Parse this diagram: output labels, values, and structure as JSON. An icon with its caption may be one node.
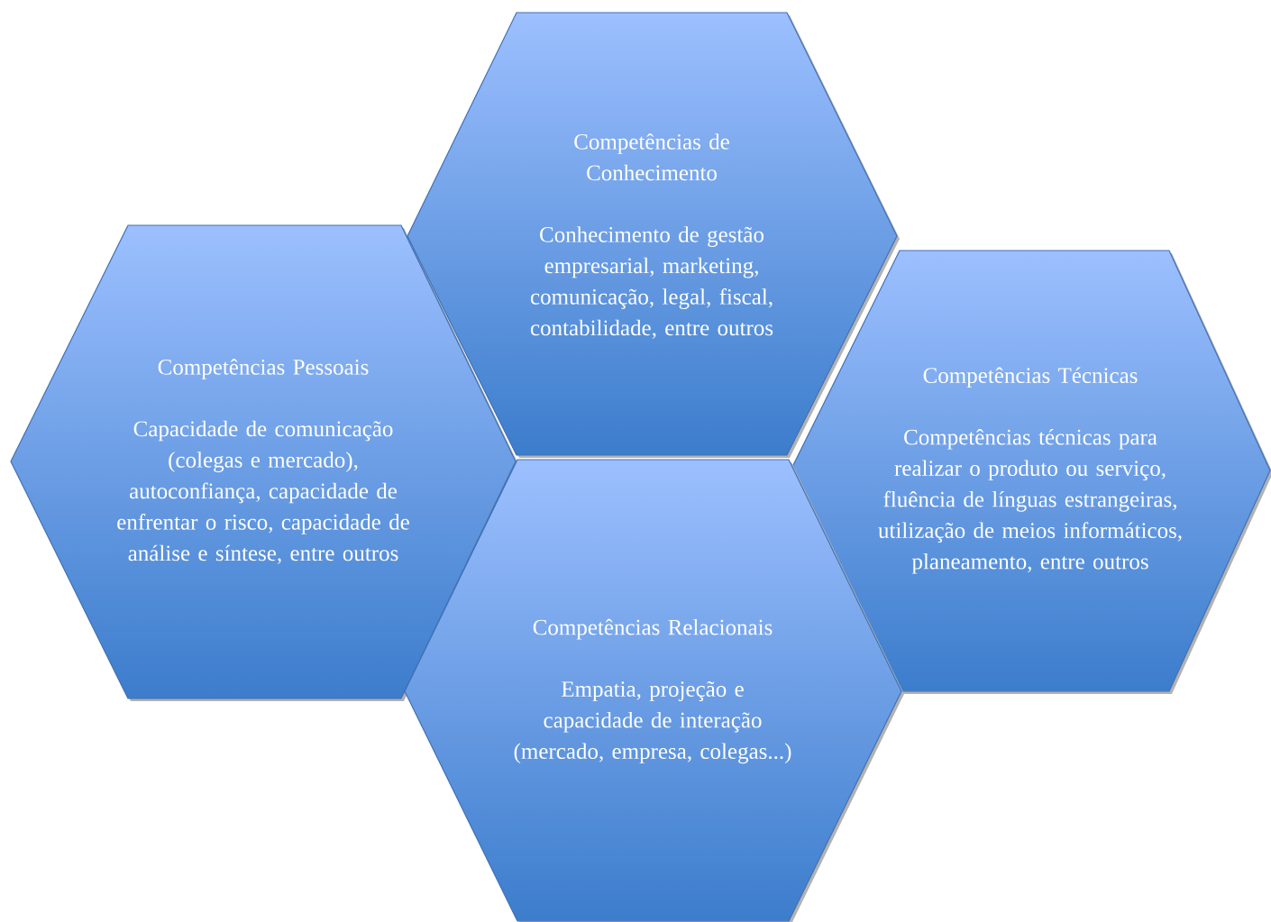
{
  "diagram": {
    "nodes": [
      {
        "text": [
          "Competências de Conhecimento",
          "Conhecimento de gestão empresarial, marketing, comunicação, legal, fiscal, contabilidade, entre outros"
        ]
      },
      {
        "text": [
          "Competências Pessoais",
          "Capacidade de comunicação (colegas e mercado), autoconfiança, capacidade de enfrentar o risco, capacidade de análise e síntese, entre outros"
        ]
      },
      {
        "text": [
          "Competências Técnicas",
          "Competências técnicas para realizar o produto ou serviço, fluência de línguas estrangeiras, utilização de meios informáticos, planeamento, entre outros"
        ]
      },
      {
        "text": [
          "Competências Relacionais",
          "Empatia, projeção e capacidade de interação (mercado, empresa, colegas...)"
        ]
      }
    ]
  }
}
